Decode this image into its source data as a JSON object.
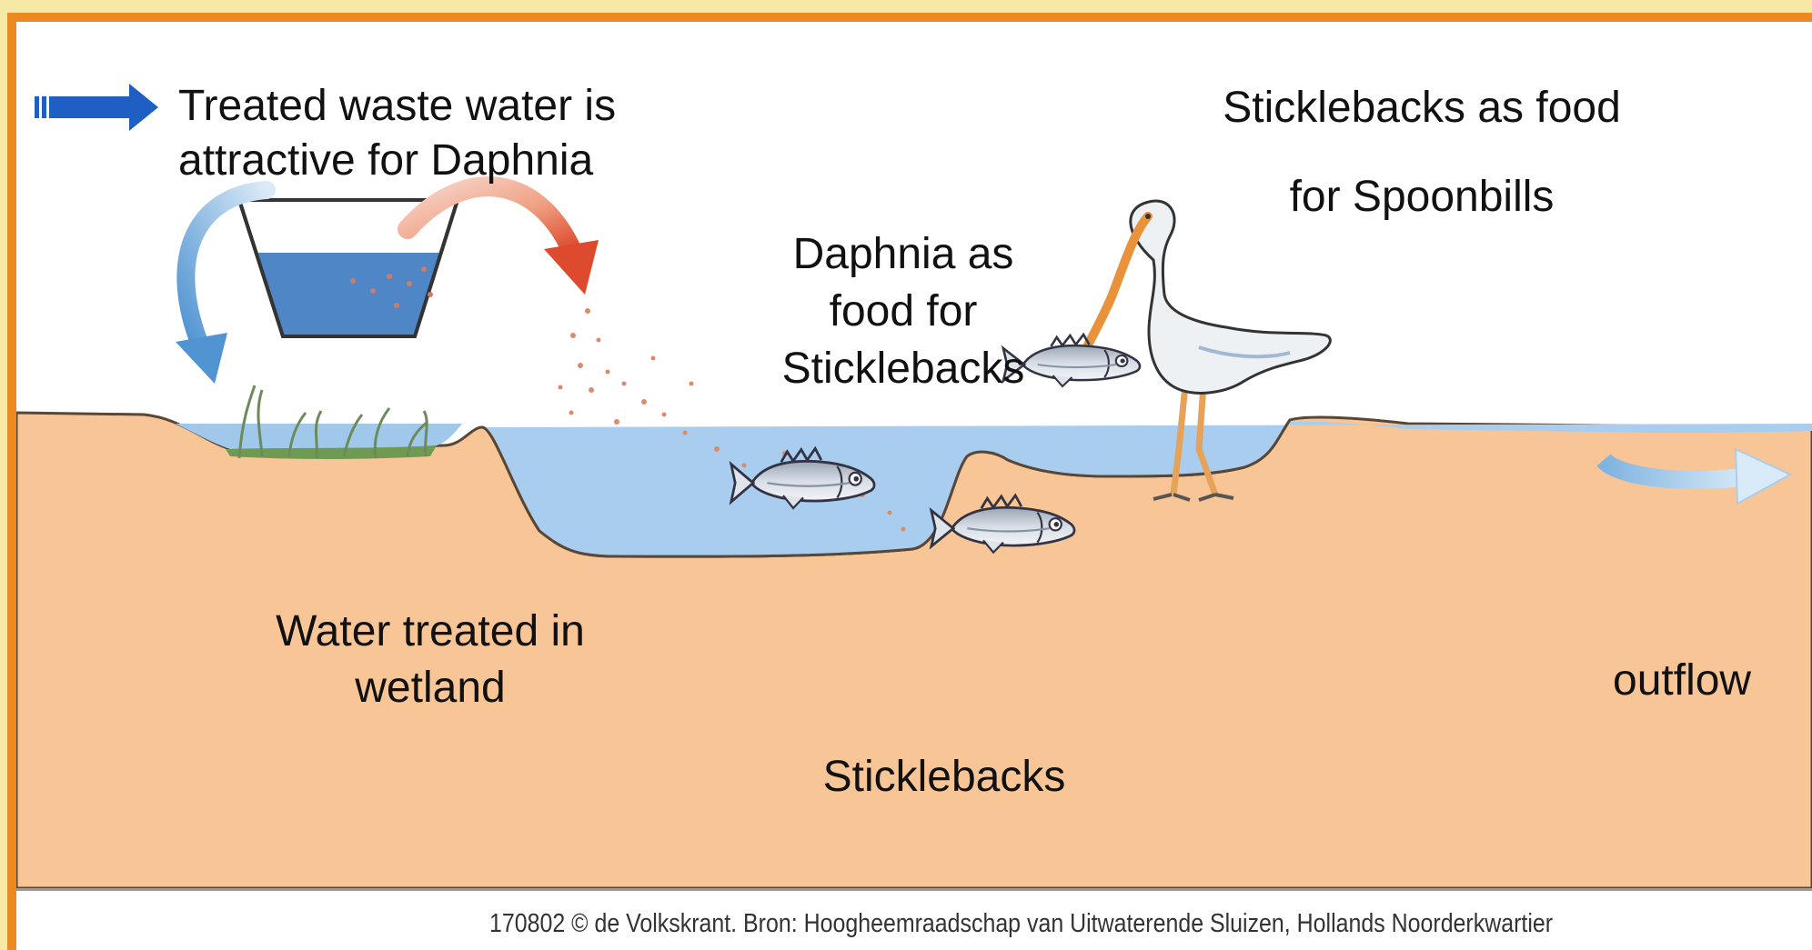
{
  "labels": {
    "treated_waste_water": "Treated waste water is",
    "treated_waste_water_2": "attractive for Daphnia",
    "daphnia_food_1": "Daphnia as",
    "daphnia_food_2": "food for",
    "daphnia_food_3": "Sticklebacks",
    "spoonbills_1": "Sticklebacks as food",
    "spoonbills_2": "for Spoonbills",
    "wetland_1": "Water treated in",
    "wetland_2": "wetland",
    "outflow": "outflow",
    "sticklebacks": "Sticklebacks"
  },
  "credit": "170802 © de Volkskrant. Bron: Hoogheemraadschap van Uitwaterende Sluizen, Hollands Noorderkwartier",
  "colors": {
    "border": "#ec8a21",
    "ground": "#f8c596",
    "water": "#a9cdee",
    "pointer_arrow": "#1f5fc4",
    "return_arrow": "#5d9ad6",
    "feed_arrow": "#e55a3c"
  }
}
